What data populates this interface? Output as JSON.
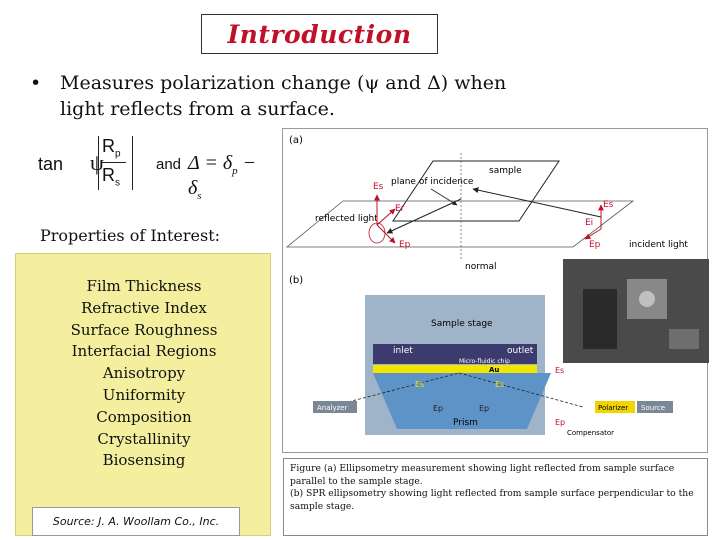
{
  "slide": {
    "title": "Introduction",
    "bullet": "Measures polarization change (ψ and Δ) when light reflects from a surface.",
    "equation": {
      "tan": "tan",
      "psi": "ψ",
      "rp": "R",
      "rp_sub": "p",
      "rs": "R",
      "rs_sub": "s",
      "and": "and",
      "delta": "Δ = δ",
      "delta_p": "p",
      "minus": " − δ",
      "delta_s": "s"
    },
    "properties_label": "Properties of Interest:",
    "properties": [
      "Film Thickness",
      "Refractive Index",
      "Surface Roughness",
      "Interfacial Regions",
      "Anisotropy",
      "Uniformity",
      "Composition",
      "Crystallinity",
      "Biosensing"
    ],
    "source": "Source: J. A. Woollam Co., Inc."
  },
  "figure": {
    "panel_a": {
      "label": "(a)",
      "sample": "sample",
      "plane": "plane of incidence",
      "reflected": "reflected light",
      "incident": "incident light",
      "normal": "normal",
      "es": "Es",
      "ep": "Ep",
      "er": "Er",
      "ei": "Ei",
      "e_right": "Es",
      "ep_right": "Ep"
    },
    "panel_b": {
      "label": "(b)",
      "stage": "Sample stage",
      "inlet": "inlet",
      "outlet": "outlet",
      "chip": "Micro-fluidic chip",
      "au": "Au",
      "prism": "Prism",
      "es_left": "Es",
      "es_right": "Es",
      "ep_left": "Ep",
      "ep_right": "Ep",
      "es_out": "Es",
      "ep_out": "Ep",
      "analyzer": "Analyzer",
      "polarizer": "Polarizer",
      "source": "Source",
      "compensator": "Compensator"
    },
    "colors": {
      "title": "#c0102a",
      "props_bg": "#f4ee9f",
      "stage": "#9fb4c8",
      "prism": "#5d93c6",
      "au": "#f2e500",
      "arrow": "#c0102a",
      "analyzer_box": "#7b8794",
      "polarizer_box": "#f2d500"
    },
    "caption_a": "Figure (a) Ellipsometry measurement showing light reflected from sample surface parallel to the sample stage.",
    "caption_b": "(b) SPR ellipsometry showing light reflected from sample surface perpendicular to the sample stage."
  }
}
